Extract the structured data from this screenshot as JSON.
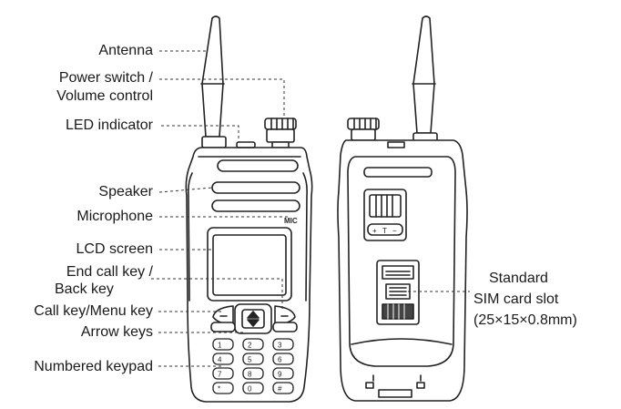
{
  "labels": {
    "antenna": "Antenna",
    "power_line1": "Power switch /",
    "power_line2": "Volume control",
    "led": "LED indicator",
    "speaker": "Speaker",
    "microphone": "Microphone",
    "lcd": "LCD screen",
    "endcall_line1": "End call key /",
    "endcall_line2": "Back key",
    "callkey": "Call key/Menu key",
    "arrow": "Arrow keys",
    "keypad": "Numbered keypad",
    "sim_line1": "Standard",
    "sim_line2": "SIM card slot",
    "sim_line3": "(25×15×0.8mm)"
  },
  "device_marks": {
    "mic": "MIC",
    "volume_plus": "+",
    "volume_minus": "−",
    "volume_t": "T"
  },
  "keypad_keys": [
    "1",
    "2",
    "3",
    "4",
    "5",
    "6",
    "7",
    "8",
    "9",
    "*",
    "0",
    "#"
  ]
}
